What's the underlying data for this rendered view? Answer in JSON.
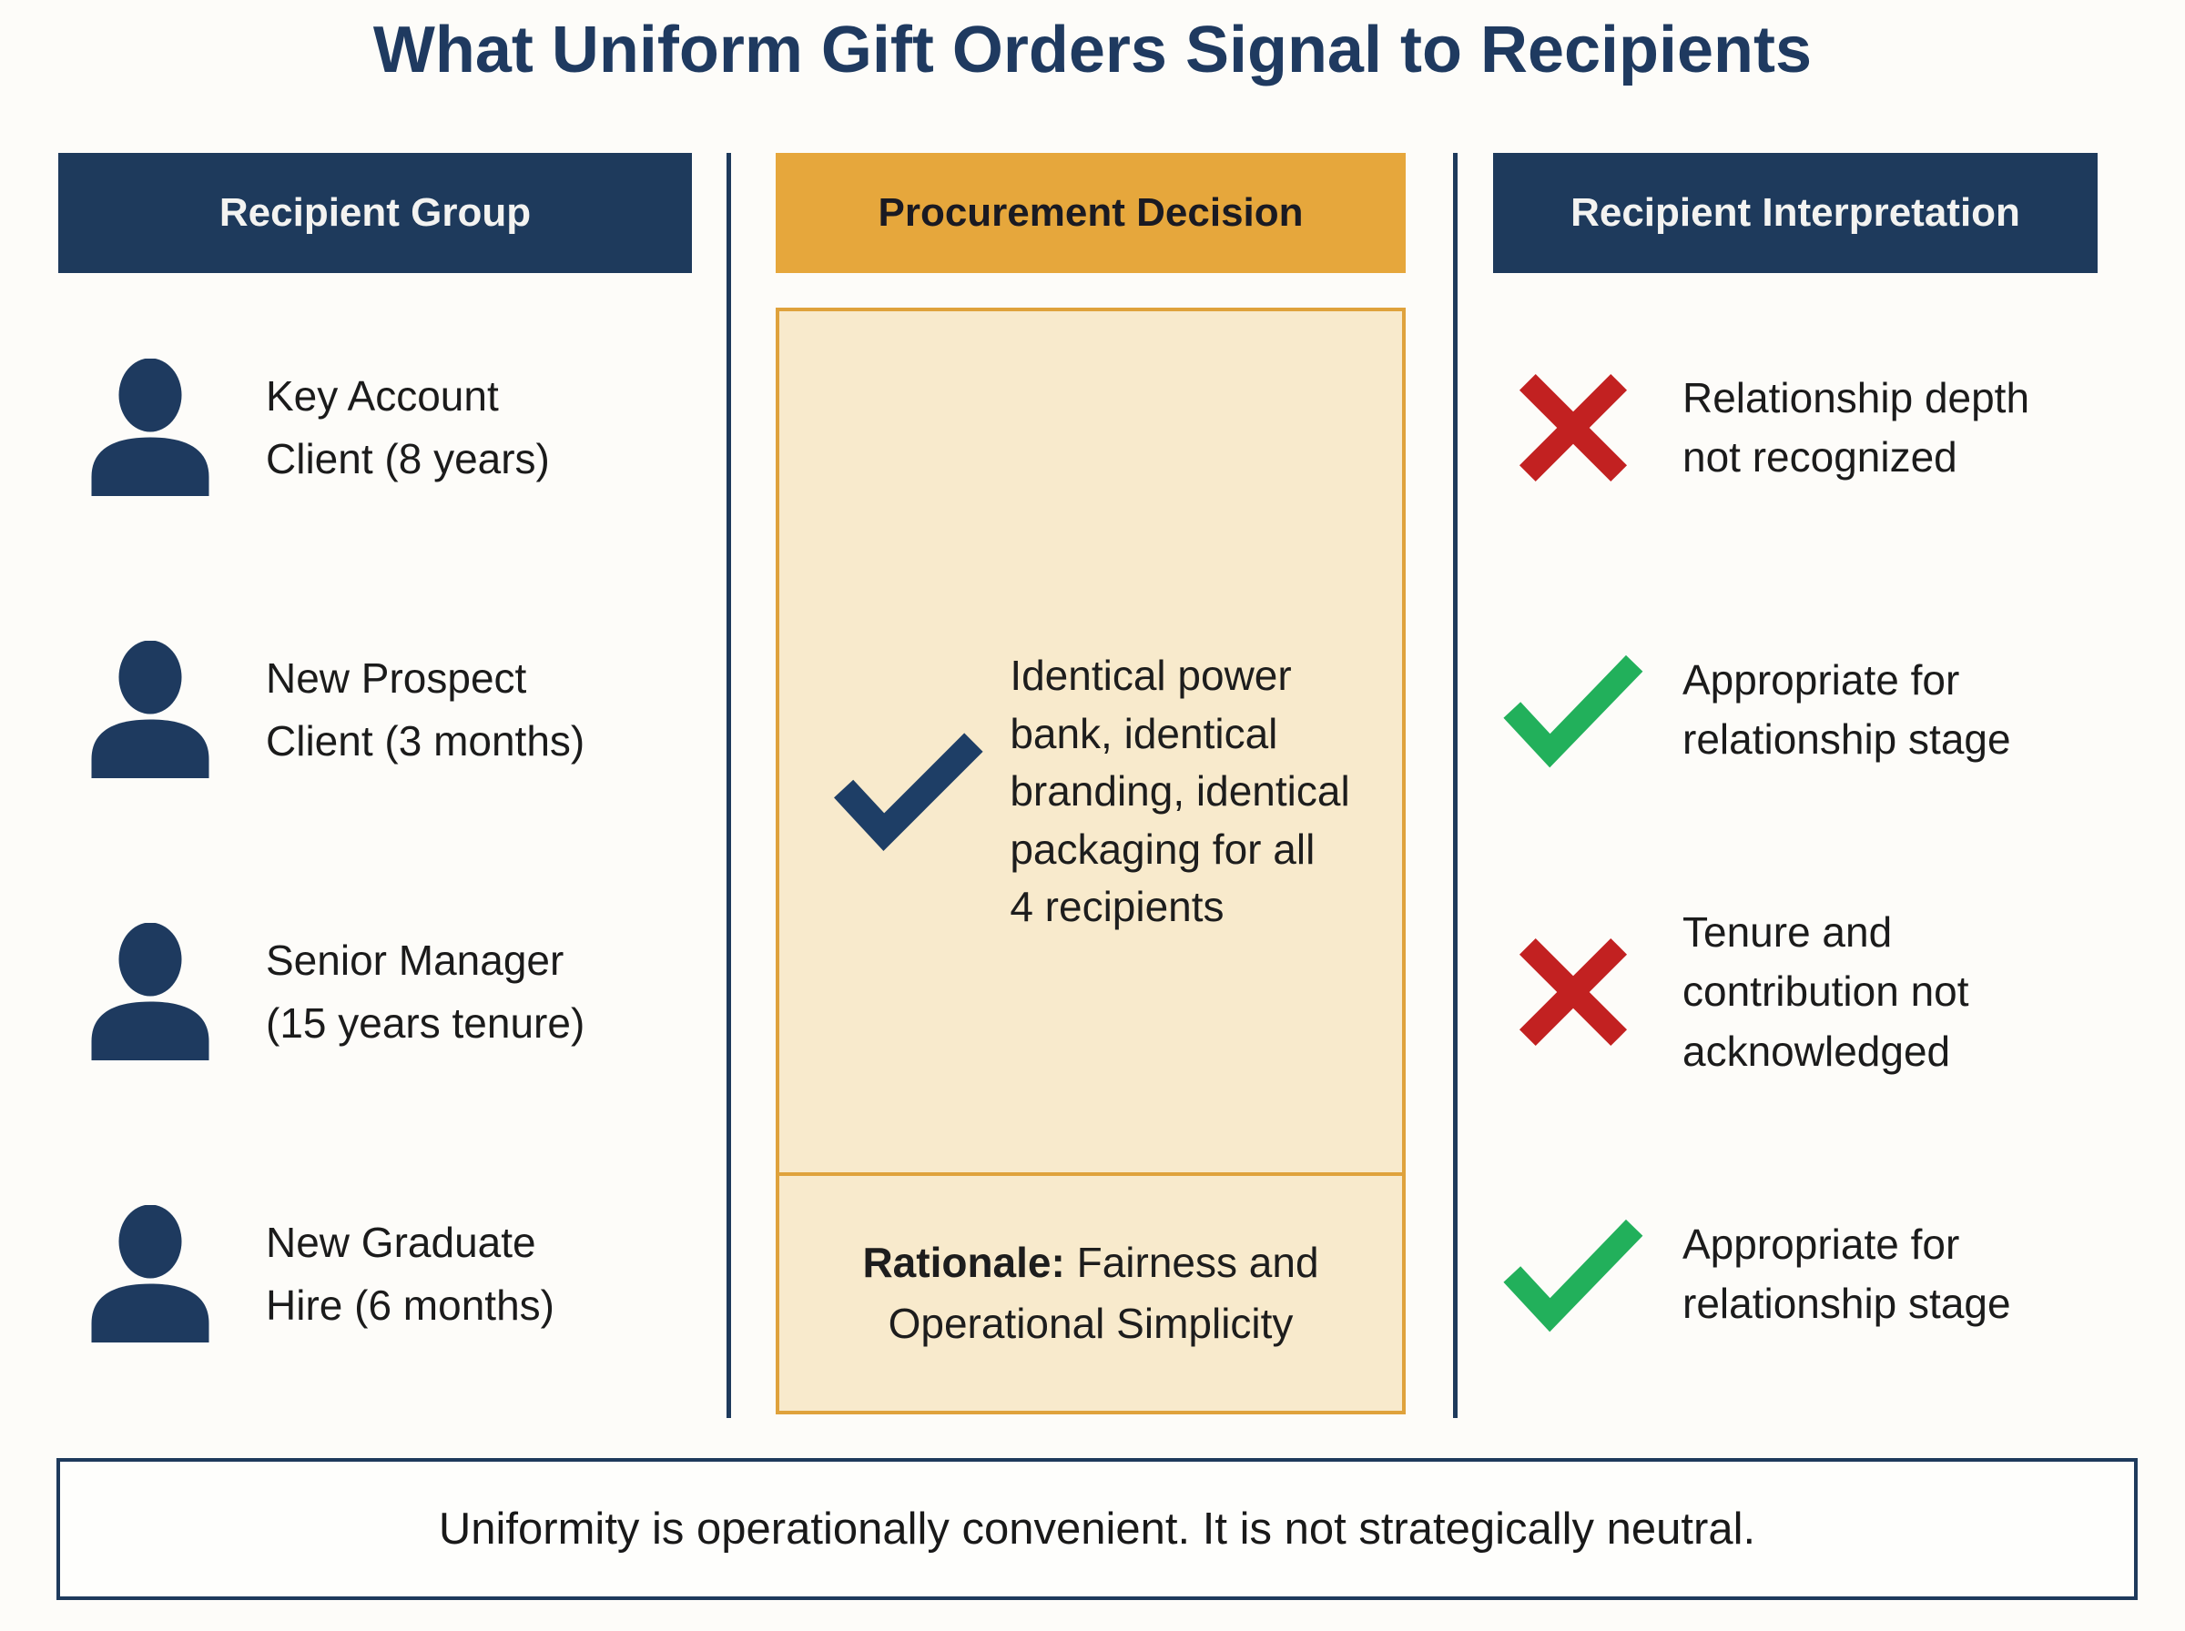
{
  "title": "What Uniform Gift Orders Signal to Recipients",
  "columns": {
    "left_header": "Recipient Group",
    "middle_header": "Procurement Decision",
    "right_header": "Recipient Interpretation"
  },
  "recipients": [
    {
      "lines": [
        "Key Account",
        "Client (8 years)"
      ]
    },
    {
      "lines": [
        "New Prospect",
        "Client (3 months)"
      ]
    },
    {
      "lines": [
        "Senior Manager",
        "(15 years tenure)"
      ]
    },
    {
      "lines": [
        "New Graduate",
        "Hire (6 months)"
      ]
    }
  ],
  "decision": {
    "desc_lines": [
      "Identical power",
      "bank, identical",
      "branding, identical",
      "packaging for all",
      "4 recipients"
    ],
    "rationale_label": "Rationale:",
    "rationale_rest": " Fairness and",
    "rationale_line2": "Operational Simplicity"
  },
  "interpretations": [
    {
      "verdict": "negative",
      "lines": [
        "Relationship depth",
        "not recognized"
      ]
    },
    {
      "verdict": "positive",
      "lines": [
        "Appropriate for",
        "relationship stage"
      ]
    },
    {
      "verdict": "negative",
      "lines": [
        "Tenure and",
        "contribution not",
        "acknowledged"
      ]
    },
    {
      "verdict": "positive",
      "lines": [
        "Appropriate for",
        "relationship stage"
      ]
    }
  ],
  "footer": "Uniformity is operationally convenient. It is not strategically neutral.",
  "colors": {
    "navy": "#1e3a5c",
    "gold": "#e6a73c",
    "cream": "#f8eacc",
    "gold_border": "#dfa23c",
    "red_x": "#c22121",
    "green_check": "#22b05b"
  }
}
